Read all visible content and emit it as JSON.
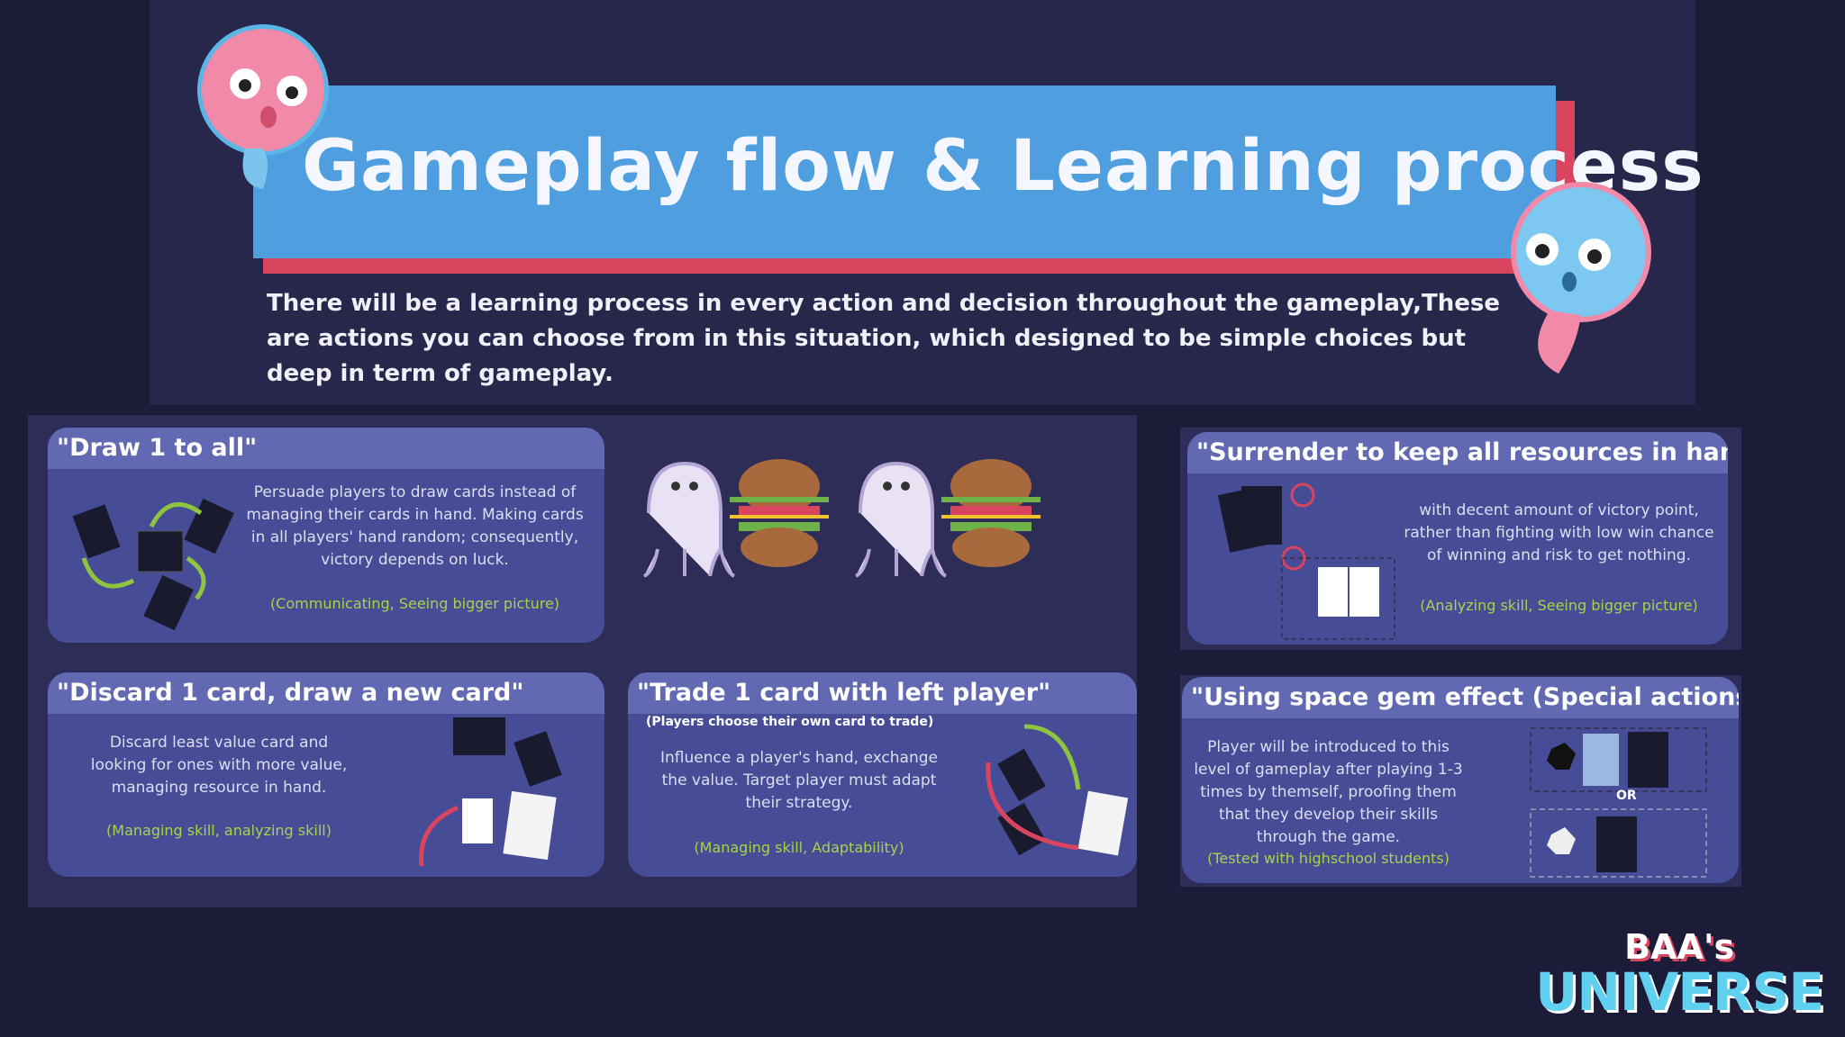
{
  "header": {
    "title": "Gameplay flow & Learning process",
    "intro": "There will be a learning process in every action and decision throughout the gameplay,These are actions you can choose from in this situation, which designed to be simple choices but deep in term of gameplay."
  },
  "actions": [
    {
      "title": "\"Draw 1 to all\"",
      "text": "Persuade players to draw cards instead of managing their cards in hand. Making cards in all players' hand random; consequently, victory depends on luck.",
      "skill": "(Communicating, Seeing bigger picture)"
    },
    {
      "title": "\"Discard 1 card, draw a new card\"",
      "text": "Discard least value card and looking for ones with more value, managing resource in hand.",
      "skill": "(Managing skill, analyzing skill)"
    },
    {
      "title": "\"Trade 1 card with left player\"",
      "subtitle": "(Players choose their own card to trade)",
      "text": "Influence a player's hand, exchange the value. Target player must adapt their strategy.",
      "skill": "(Managing skill, Adaptability)"
    },
    {
      "title": "\"Surrender to keep all resources in hand\"",
      "text": "with decent amount of victory point, rather than fighting with low win chance of winning and risk to get nothing.",
      "skill": "(Analyzing skill, Seeing bigger picture)"
    },
    {
      "title": "\"Using space gem effect (Special actions)\"",
      "text": "Player will be introduced to this level of gameplay after playing 1-3 times by themself, proofing them that they develop their skills through the game.",
      "skill": "(Tested with highschool students)",
      "or_label": "OR"
    }
  ],
  "logo": {
    "line1": "BAA's",
    "line2": "UNIVERSE"
  },
  "colors": {
    "accent_green": "#a7d34b",
    "banner_blue": "#4f9ee0",
    "banner_red": "#d9455f"
  }
}
